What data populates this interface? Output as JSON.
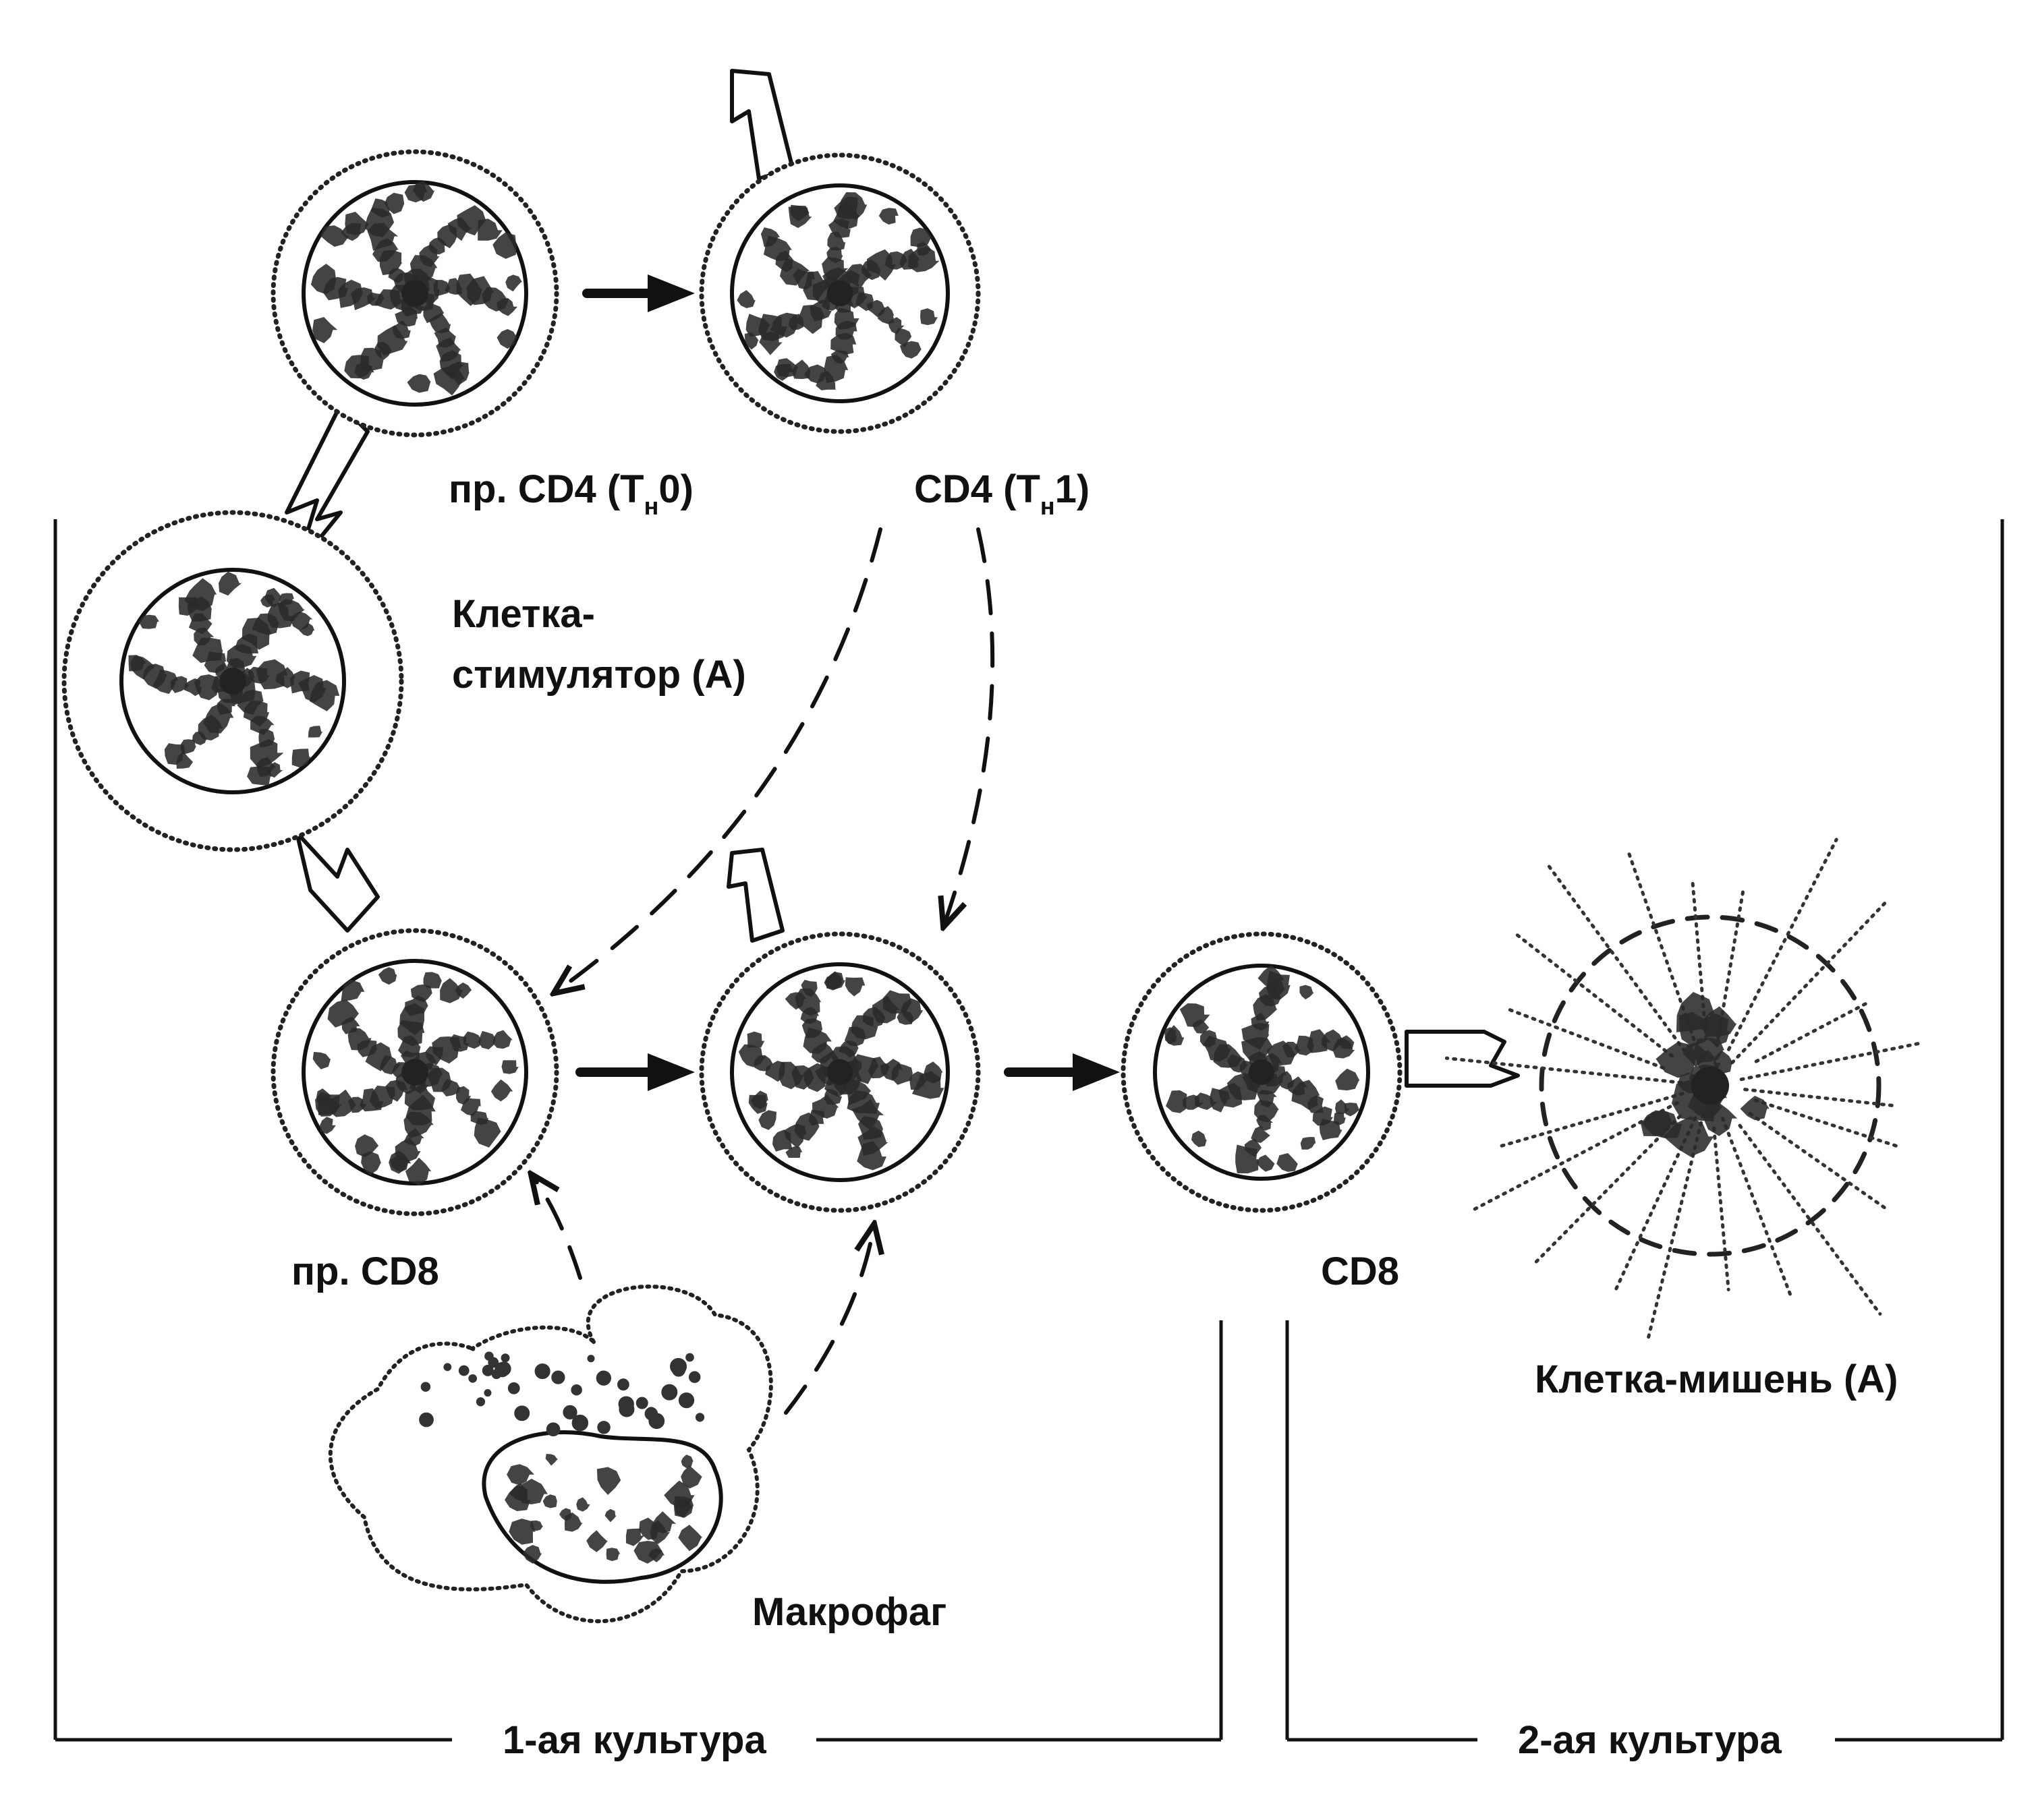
{
  "labels": {
    "naive_cd4": "пр. CD4 (T",
    "naive_cd4_sub": "н",
    "naive_cd4_tail": "0)",
    "cd4_th1": "CD4 (T",
    "cd4_th1_sub": "н",
    "cd4_th1_tail": "1)",
    "stimulator_line1": "Клетка-",
    "stimulator_line2": "стимулятор (А)",
    "naive_cd8": "пр. CD8",
    "cd8": "CD8",
    "target_cell": "Клетка-мишень (А)",
    "macrophage": "Макрофаг",
    "culture_1": "1-ая культура",
    "culture_2": "2-ая культура"
  },
  "colors": {
    "ink": "#111111",
    "background": "#ffffff"
  }
}
